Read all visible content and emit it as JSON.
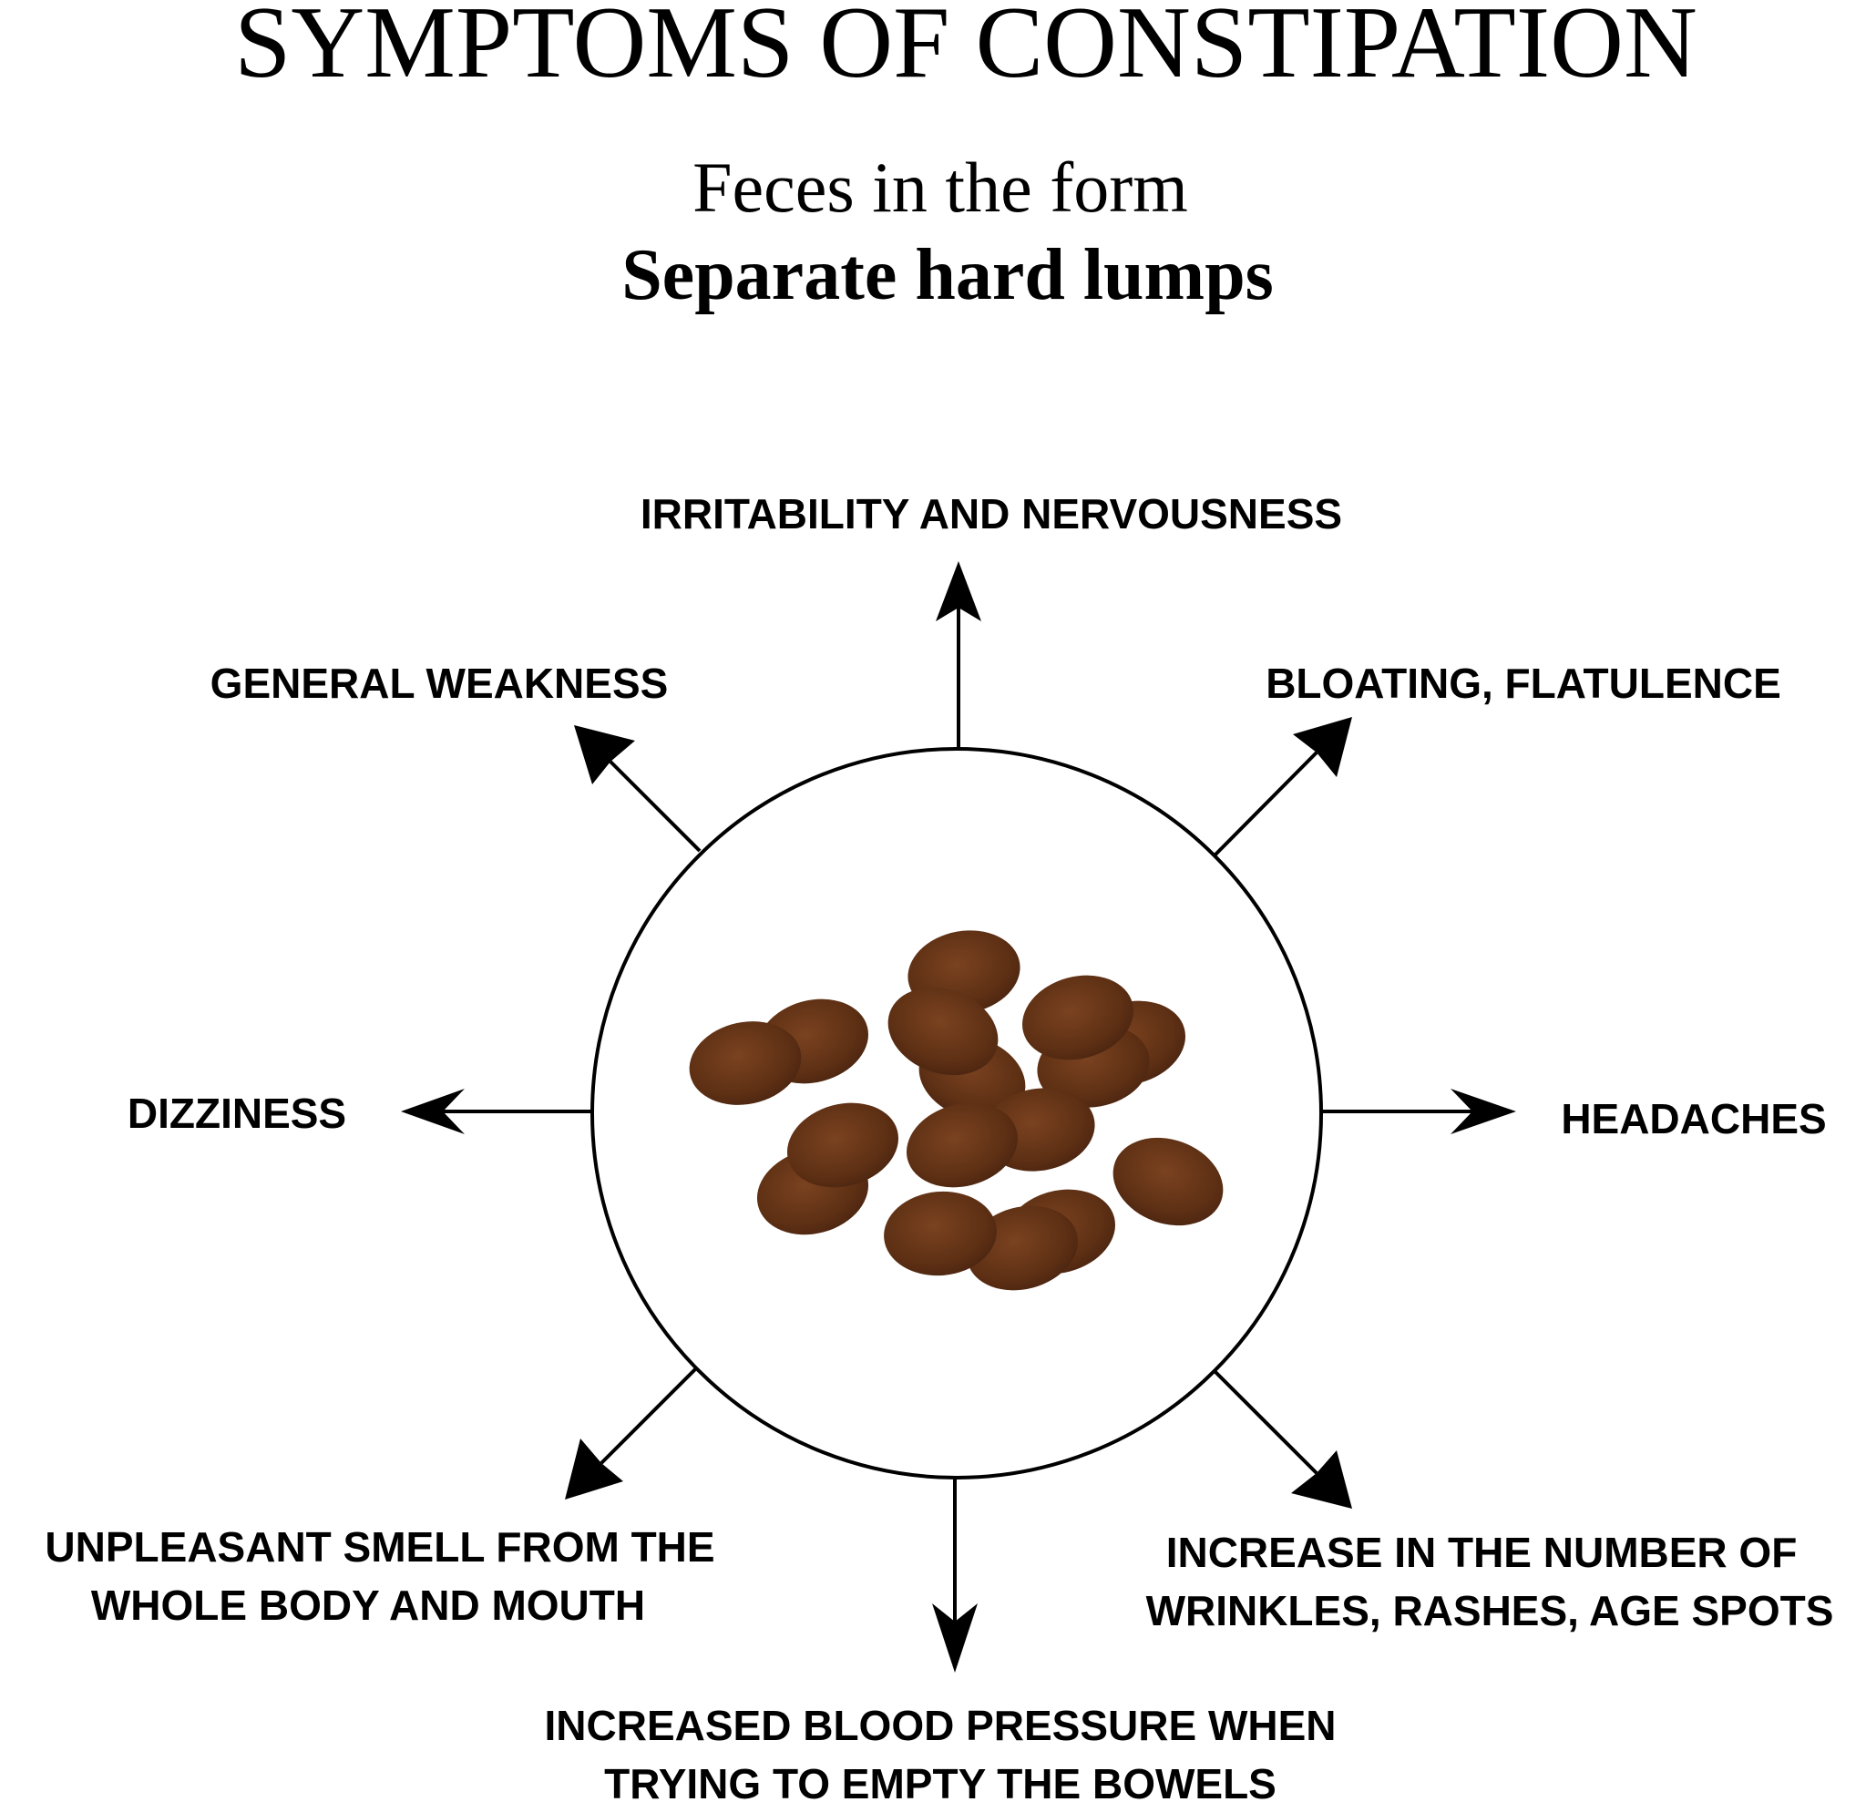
{
  "title": "SYMPTOMS OF CONSTIPATION",
  "subtitle_line1": "Feces in the form",
  "subtitle_line2": "Separate hard lumps",
  "symptoms": {
    "top": "IRRITABILITY AND NERVOUSNESS",
    "top_left": "GENERAL WEAKNESS",
    "top_right": "BLOATING, FLATULENCE",
    "left": "DIZZINESS",
    "right": "HEADACHES",
    "bottom_left_line1": "UNPLEASANT SMELL FROM THE",
    "bottom_left_line2": "WHOLE BODY AND MOUTH",
    "bottom_right_line1": "INCREASE IN THE NUMBER OF",
    "bottom_right_line2": "WRINKLES, RASHES, AGE SPOTS",
    "bottom_line1": "INCREASED BLOOD PRESSURE WHEN",
    "bottom_line2": "TRYING TO EMPTY THE BOWELS"
  },
  "colors": {
    "lump": "#5e3014",
    "lump_highlight": "#7a4220",
    "lump_shadow": "#4a2410"
  }
}
